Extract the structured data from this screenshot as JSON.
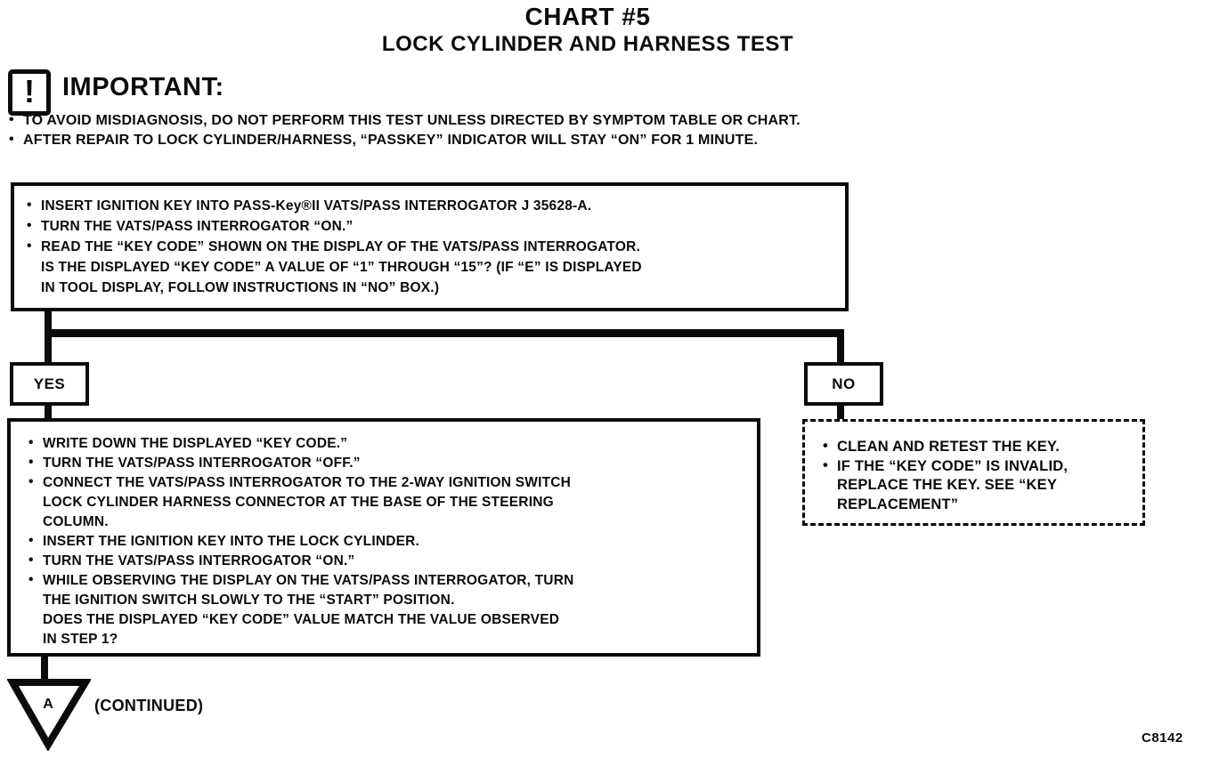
{
  "title": {
    "line1": "CHART #5",
    "line2": "LOCK CYLINDER AND HARNESS TEST"
  },
  "important": {
    "icon_glyph": "!",
    "heading": "IMPORTANT:",
    "bullets": [
      "TO AVOID MISDIAGNOSIS, DO NOT PERFORM THIS TEST UNLESS DIRECTED BY SYMPTOM TABLE OR CHART.",
      "AFTER REPAIR TO LOCK CYLINDER/HARNESS, “PASSKEY” INDICATOR WILL STAY “ON” FOR 1 MINUTE."
    ]
  },
  "step1_box": {
    "lines": [
      {
        "text": "INSERT IGNITION KEY INTO PASS-Key®II VATS/PASS INTERROGATOR J 35628-A."
      },
      {
        "text": "TURN THE VATS/PASS INTERROGATOR “ON.”"
      },
      {
        "text": "READ THE “KEY CODE” SHOWN ON THE DISPLAY OF THE VATS/PASS INTERROGATOR."
      },
      {
        "text": "IS THE DISPLAYED “KEY CODE” A VALUE OF “1” THROUGH “15”? (IF “E” IS DISPLAYED"
      },
      {
        "text": "IN TOOL DISPLAY, FOLLOW INSTRUCTIONS IN “NO” BOX.)"
      }
    ]
  },
  "branch": {
    "yes_label": "YES",
    "no_label": "NO"
  },
  "yes_box": {
    "lines": [
      {
        "text": "WRITE DOWN THE DISPLAYED “KEY CODE.”"
      },
      {
        "text": "TURN THE VATS/PASS INTERROGATOR “OFF.”"
      },
      {
        "text": "CONNECT THE VATS/PASS INTERROGATOR TO THE 2-WAY IGNITION SWITCH"
      },
      {
        "text": "LOCK CYLINDER HARNESS CONNECTOR AT THE BASE OF THE STEERING"
      },
      {
        "text": "COLUMN."
      },
      {
        "text": "INSERT THE IGNITION KEY INTO THE LOCK CYLINDER."
      },
      {
        "text": "TURN THE VATS/PASS INTERROGATOR “ON.”"
      },
      {
        "text": "WHILE OBSERVING THE DISPLAY ON THE VATS/PASS INTERROGATOR, TURN"
      },
      {
        "text": "THE IGNITION SWITCH SLOWLY TO THE “START” POSITION."
      },
      {
        "text": "DOES THE DISPLAYED “KEY CODE” VALUE MATCH THE VALUE OBSERVED"
      },
      {
        "text": "IN STEP 1?"
      }
    ]
  },
  "no_box": {
    "lines": [
      {
        "text": "CLEAN AND RETEST THE KEY."
      },
      {
        "text": "IF THE “KEY CODE” IS INVALID,"
      },
      {
        "text": "REPLACE THE KEY.  SEE “KEY"
      },
      {
        "text": "REPLACEMENT”"
      }
    ]
  },
  "continuation": {
    "marker": "A",
    "label": "(CONTINUED)"
  },
  "figure_code": "C8142",
  "colors": {
    "ink": "#0b0b0b",
    "paper": "#ffffff"
  }
}
